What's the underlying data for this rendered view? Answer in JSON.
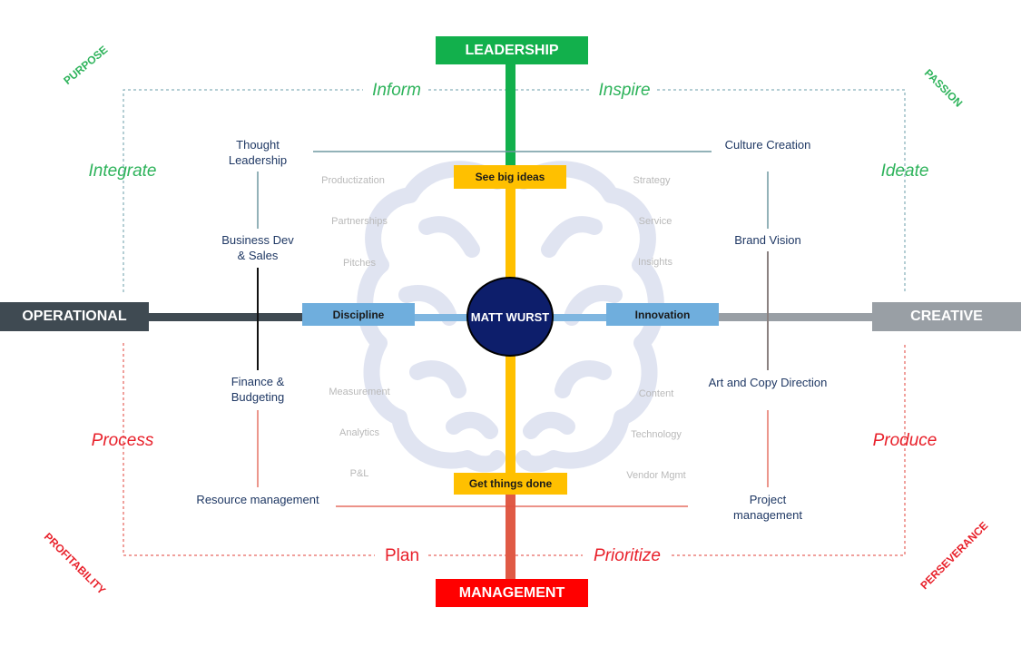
{
  "center": "MATT WURST",
  "axes": {
    "top": "LEADERSHIP",
    "bottom": "MANAGEMENT",
    "left": "OPERATIONAL",
    "right": "CREATIVE"
  },
  "tags": {
    "top": "See big ideas",
    "bottom": "Get things done",
    "left": "Discipline",
    "right": "Innovation"
  },
  "corners": {
    "top_left": "PURPOSE",
    "top_right": "PASSION",
    "bottom_left": "PROFITABILITY",
    "bottom_right": "PERSEVERANCE"
  },
  "verbs": {
    "inform": "Inform",
    "inspire": "Inspire",
    "integrate": "Integrate",
    "ideate": "Ideate",
    "process": "Process",
    "produce": "Produce",
    "plan": "Plan",
    "prioritize": "Prioritize"
  },
  "roles": {
    "thought_leadership": [
      "Thought",
      "Leadership"
    ],
    "business_dev": [
      "Business Dev",
      "& Sales"
    ],
    "finance": [
      "Finance &",
      "Budgeting"
    ],
    "resource_management": "Resource management",
    "culture_creation": "Culture Creation",
    "brand_vision": "Brand Vision",
    "art_copy": "Art and Copy Direction",
    "project_management": [
      "Project",
      "management"
    ]
  },
  "skills": {
    "top_left": [
      "Productization",
      "Partnerships",
      "Pitches"
    ],
    "top_right": [
      "Strategy",
      "Service",
      "Insights"
    ],
    "bottom_left": [
      "Measurement",
      "Analytics",
      "P&L"
    ],
    "bottom_right": [
      "Content",
      "Technology",
      "Vendor Mgmt"
    ]
  },
  "colors": {
    "leadership": "#12b04c",
    "management": "#ff0000",
    "operational": "#3f4a52",
    "creative": "#999fa5",
    "tag_yellow": "#ffc000",
    "tag_blue": "#6faedd",
    "center_navy": "#0d1e6b",
    "brain": "#dfe3f0"
  }
}
